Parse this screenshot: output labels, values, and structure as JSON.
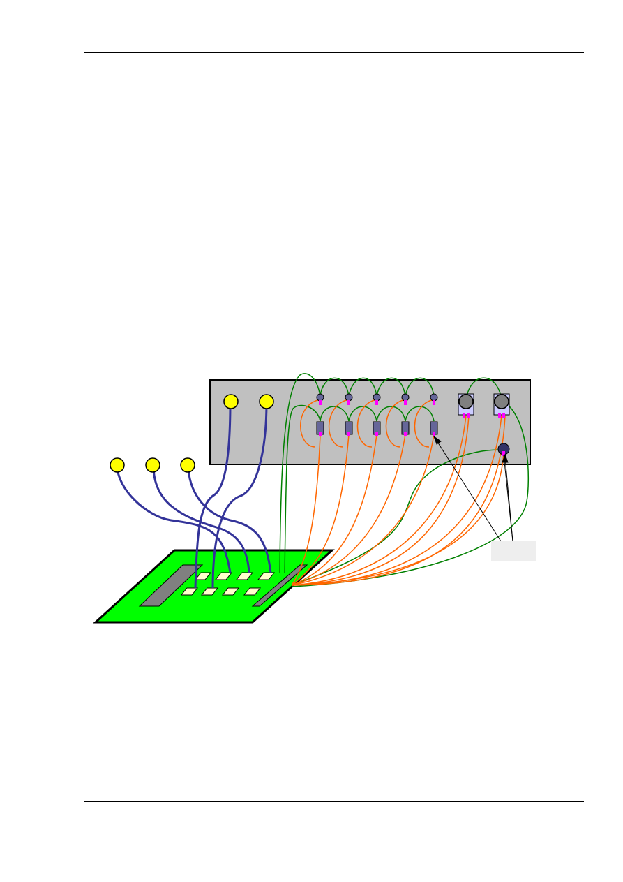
{
  "page": {
    "header_rule": true,
    "footer_rule": true
  },
  "diagram": {
    "description_free": true,
    "colors": {
      "panel": "#c0c0c0",
      "board": "#00ff00",
      "connector_blue": "#333399",
      "wire_orange": "#ff6600",
      "wire_green": "#008000",
      "pin_magenta": "#ff00ff",
      "yellow_terminal": "#ffff00",
      "component_dark": "#666699",
      "pad_light": "#ffffcc",
      "slot_gray": "#808080"
    },
    "counts": {
      "yellow_terminals_on_panel": 2,
      "yellow_terminals_loose": 3,
      "small_round_components": 5,
      "rect_components": 5,
      "large_round_components": 2,
      "dark_connector": 1,
      "pads_top_row": 4,
      "pads_bottom_row": 4
    },
    "callout_label": ""
  }
}
